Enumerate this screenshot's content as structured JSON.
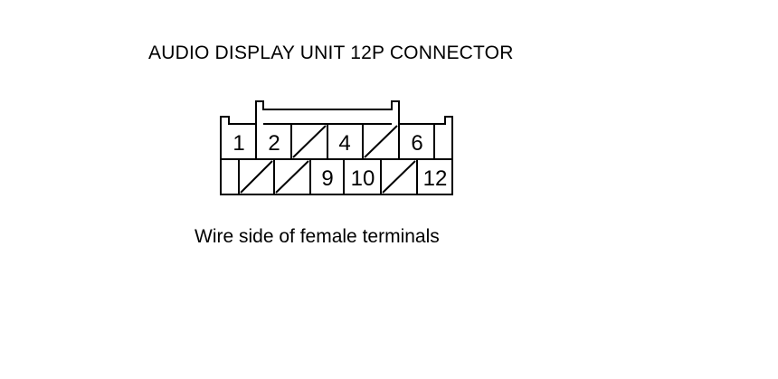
{
  "title": "AUDIO DISPLAY UNIT 12P CONNECTOR",
  "caption": "Wire side of female terminals",
  "connector": {
    "rows": [
      [
        "1",
        "2",
        "",
        "4",
        "",
        "6",
        ""
      ],
      [
        "",
        "",
        "",
        "9",
        "10",
        "",
        "12"
      ]
    ]
  }
}
